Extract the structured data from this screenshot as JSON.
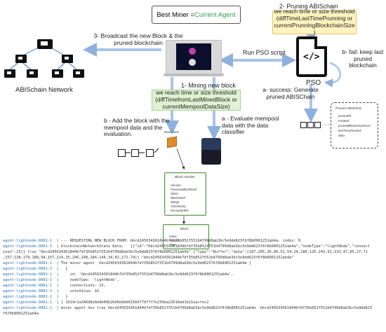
{
  "header": {
    "best_miner_prefix": "Best Miner = ",
    "best_miner_value": "Current Agent"
  },
  "steps": {
    "pruning_title": "2- Pruning ABISchain",
    "pruning_threshold": "we reach  time or size threshold (diffTimeLastTimePrunning   or currentPrunningBlockchainSize )",
    "broadcast": "3- Broadcast the new Block & the pruned blockchain",
    "run_pso": "Run PSO script",
    "fail": "b- fail: keep last pruned blockchain",
    "pso_label": "PSO",
    "success": "a- success: Generate pruned ABISChain",
    "network_label": "ABISchain Network",
    "mining": "1- Mining new block",
    "mining_threshold": "we reach  time or size threshold (diffTimefromLastMinedBlock  or currentMempoolDataSize)",
    "add_block": "b - Add the block with the mempool data and the evaluation.",
    "evaluate": "a - Evaluate mempool data with the data classifier",
    "new_block": "New block"
  },
  "pruned_struct": {
    "title": "Pruned ABISchain",
    "fields": [
      "prunedId",
      "created",
      "prunedBlocksHashList",
      "lastTimePruned",
      "data"
    ]
  },
  "block_header": {
    "title": "Block Header",
    "fields": [
      "Version",
      "PreviousBlockhash",
      "Miner",
      "BlockHash",
      "Merge",
      "Timestamp",
      "EncryptedIdx"
    ]
  },
  "block": {
    "title": "Block",
    "fields": [
      "Index",
      "Pruned",
      "Time"
    ]
  },
  "console": {
    "lines": [
      {
        "src": "agent-lightnode-8081-1",
        "text": "  | --- REQUESTING NEW BLOCK FROM: bbcd245634361844b7df35b852f551b4799d8ab3bc5e9dd623f6f8b8901251ab4a, index: 0"
      },
      {
        "src": "agent-lightnode-8081-1",
        "text": "  | blockchainNetworkState Data:   [{\"id\":\"bbcd245634361844b7df35b852f551b4799d8ab3bc5e9dd623f6f8b8901251ab4a\",\"nodeType\":\"lightNode\",\"connect"
      },
      {
        "src": "",
        "text": "ions\":15}] true \"bbcd245634361844b7df35b852f551b4799d8ab3bc5e9dd623f6f8b8901251ab4a\" {\"type\":\"Buffer\",\"data\":[187,205,36,86,52,54,24,180,125,243,91,133,47,85,27,71"
      },
      {
        "src": "",
        "text": ",157,138,179,188,94,157,214,35,246,248,184,144,18,81,171,74]} \"bbcd245634361844b7df35b852f551b4799d8ab3bc5e9dd623f6f8b8901251ab4a\""
      },
      {
        "src": "agent-lightnode-8081-1",
        "text": "  | The miner agent  bbcd245634361844b7df35b852f551b4799d8ab3bc5e9dd623f6f8b8901251ab4a ["
      },
      {
        "src": "agent-lightnode-8081-1",
        "text": "  |   {"
      },
      {
        "src": "agent-lightnode-8081-1",
        "text": "  |     id: 'bbcd245634361844b7df35b852f551b4799d8ab3bc5e9dd623f6f8b8901251ab4a',"
      },
      {
        "src": "agent-lightnode-8081-1",
        "text": "  |     nodeType: 'lightNode',"
      },
      {
        "src": "agent-lightnode-8081-1",
        "text": "  |     connections: 15,"
      },
      {
        "src": "agent-lightnode-8081-1",
        "text": "  |     voteValue: 16"
      },
      {
        "src": "agent-lightnode-8081-1",
        "text": "  |   }"
      },
      {
        "src": "agent-lightnode-8081-1",
        "text": "  | ] 1614c1a34698e0e8b00b2b99e8dd615b6779f7f7e239ba22618ad1b21eacfec2"
      },
      {
        "src": "agent-lightnode-8081-1",
        "text": "  | miner agent hex true bbcd245634361844b7df35b852f551b4799d8ab3bc5e9dd623f6f8b8901251ab4a  bbcd245634361844b7df35b852f551b4799d8ab3bc5e9dd623"
      },
      {
        "src": "",
        "text": "f6f8b8901251ab4a"
      }
    ]
  },
  "colors": {
    "accent_green": "#2aa04a",
    "yellow_box": "#fff3bf",
    "green_box": "#dff2d2",
    "arrow_blue": "#a9c4e8",
    "console_source": "#2a6fb5"
  }
}
